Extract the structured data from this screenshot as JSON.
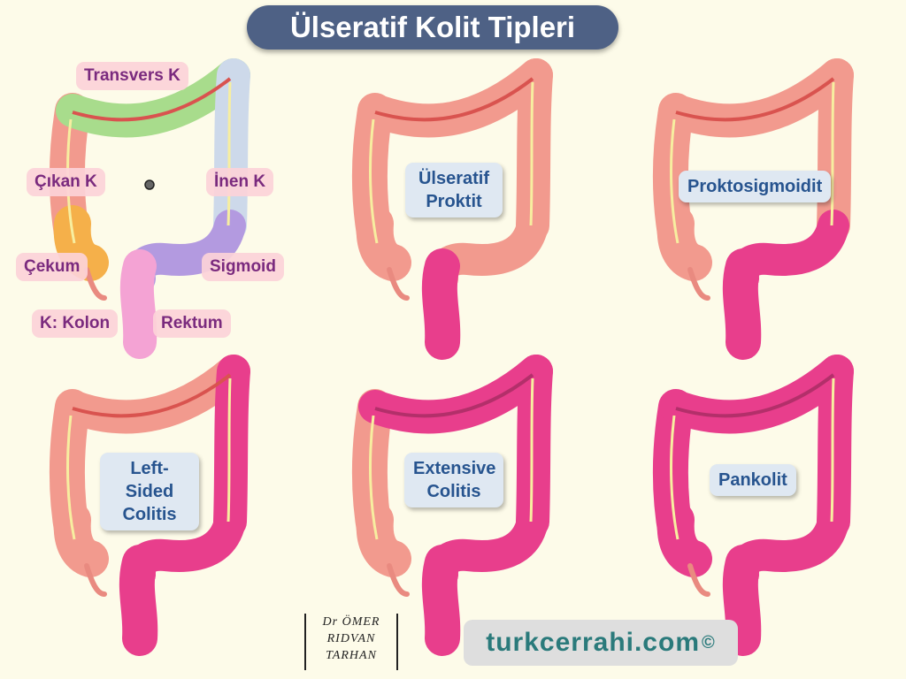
{
  "title": "Ülseratif Kolit Tipleri",
  "anatomy_labels": {
    "transvers": "Transvers K",
    "cikan": "Çıkan K",
    "inen": "İnen K",
    "cekum": "Çekum",
    "sigmoid": "Sigmoid",
    "rektum": "Rektum",
    "legend": "K: Kolon"
  },
  "types": [
    {
      "line1": "Ülseratif",
      "line2": "Proktit"
    },
    {
      "line1": "Proktosigmoidit",
      "line2": ""
    },
    {
      "line1": "Left-Sided",
      "line2": "Colitis"
    },
    {
      "line1": "Extensive",
      "line2": "Colitis"
    },
    {
      "line1": "Pankolit",
      "line2": ""
    }
  ],
  "author": {
    "line1": "Dr ÖMER",
    "line2": "RIDVAN",
    "line3": "TARHAN"
  },
  "website": "turkcerrahi.com",
  "copyright": "©",
  "colors": {
    "healthy": "#f29a8e",
    "inflamed": "#e83e8c",
    "transverse": "#a8dc8c",
    "descending": "#cdd9ea",
    "cecum": "#f5b04a",
    "sigmoid": "#b39ae0",
    "rectum": "#f4a3d4",
    "title_bg": "#4e6185"
  }
}
